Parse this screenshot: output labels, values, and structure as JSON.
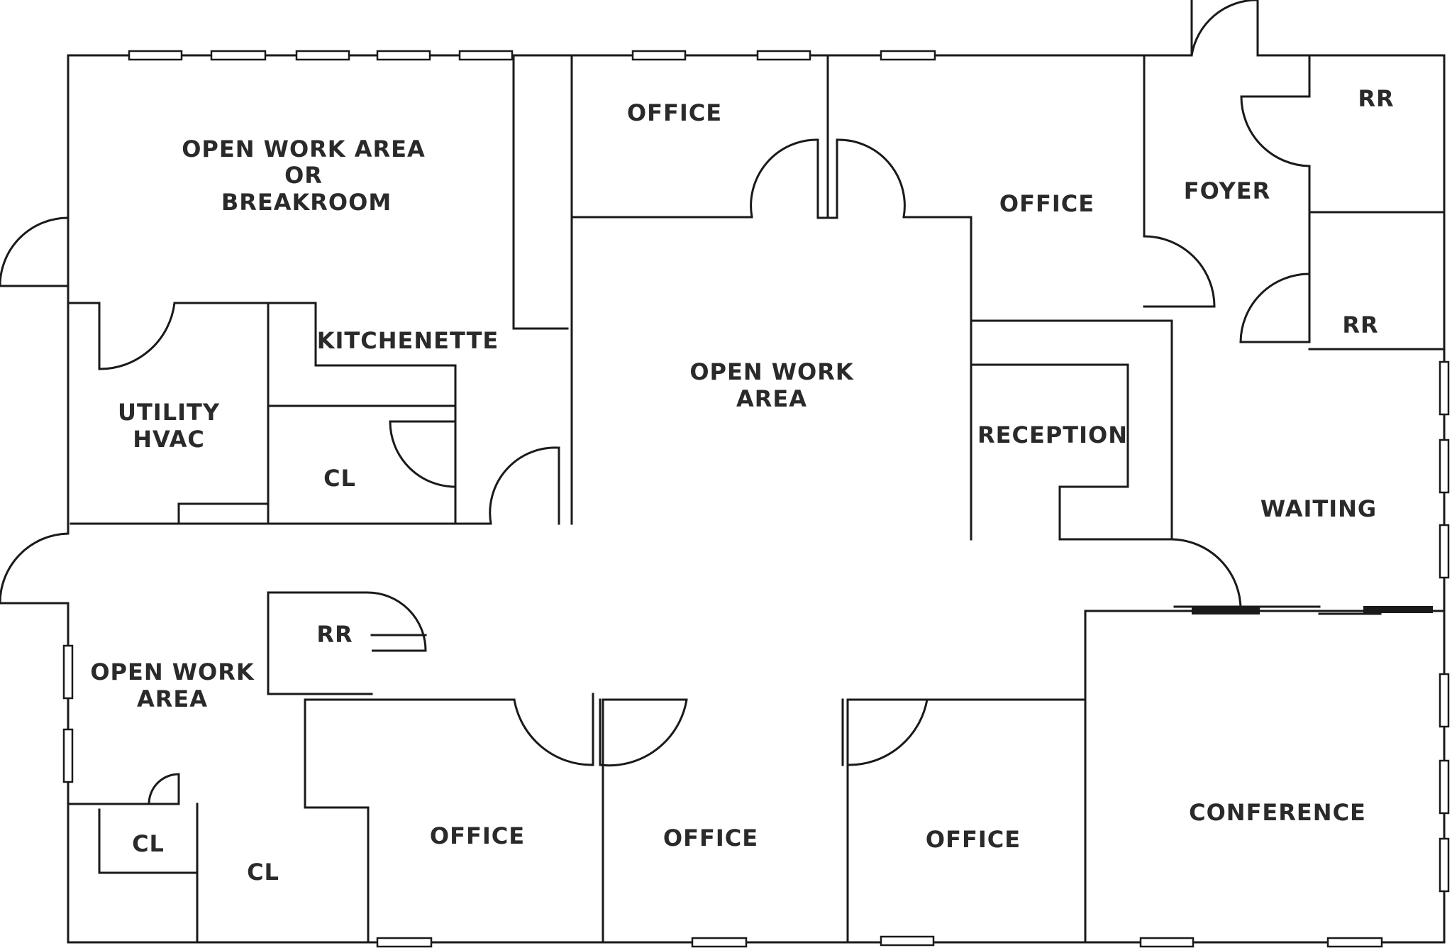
{
  "rooms": {
    "open_work_area_breakroom": [
      "OPEN WORK AREA",
      "OR",
      "BREAKROOM"
    ],
    "office_top_center": "OFFICE",
    "office_top_right": "OFFICE",
    "foyer": "FOYER",
    "rr_top": "RR",
    "rr_middle": "RR",
    "kitchenette": "KITCHENETTE",
    "utility_hvac": [
      "UTILITY",
      "HVAC"
    ],
    "cl_kitchen": "CL",
    "open_work_area_center": [
      "OPEN WORK",
      "AREA"
    ],
    "reception": "RECEPTION",
    "waiting": "WAITING",
    "rr_lower": "RR",
    "open_work_area_left": [
      "OPEN WORK",
      "AREA"
    ],
    "cl_small": "CL",
    "cl_lower": "CL",
    "office_bottom_1": "OFFICE",
    "office_bottom_2": "OFFICE",
    "office_bottom_3": "OFFICE",
    "conference": "CONFERENCE"
  }
}
